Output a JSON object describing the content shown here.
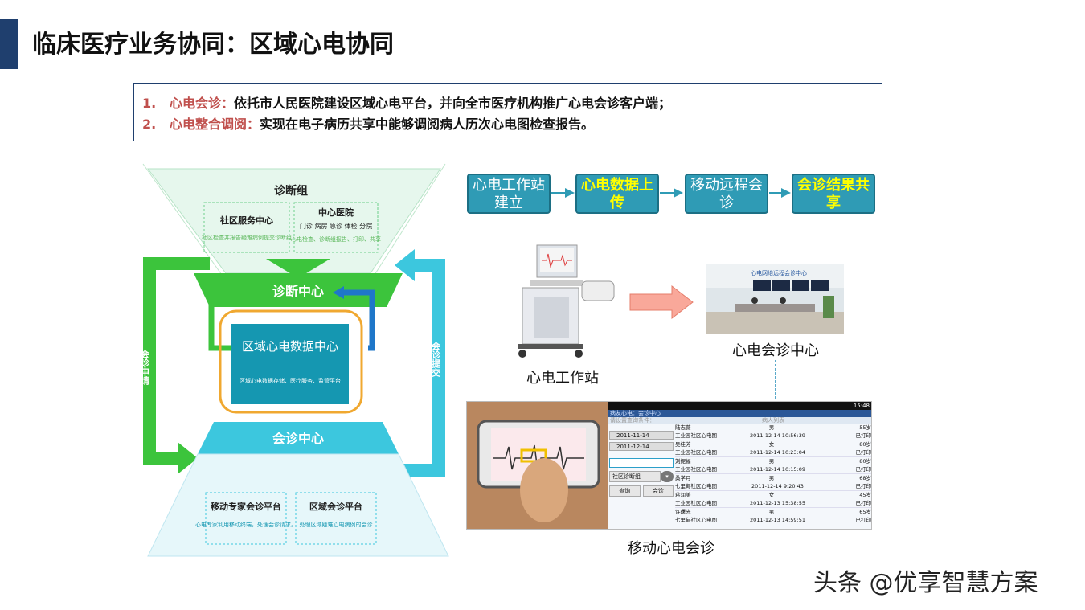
{
  "title": "临床医疗业务协同：区域心电协同",
  "info": {
    "items": [
      {
        "num": "1.",
        "key": "心电会诊：",
        "text": "依托市人民医院建设区域心电平台，并向全市医疗机构推广心电会诊客户端；"
      },
      {
        "num": "2.",
        "key": "心电整合调阅：",
        "text": "实现在电子病历共享中能够调阅病人历次心电图检查报告。"
      }
    ]
  },
  "diagram": {
    "top_group": "诊断组",
    "community": {
      "title": "社区服务中心",
      "desc": "社区检查并报告疑难病例提交诊断组"
    },
    "central": {
      "title": "中心医院",
      "sub": "门诊 病房 急诊 体检 分院",
      "desc": "心电检查、诊断组报告、打印、共享"
    },
    "diag_center": "诊断中心",
    "data_center": {
      "title": "区域心电数据中心",
      "desc": "区域心电数据存储、医疗服务、监管平台"
    },
    "consult_center": "会诊中心",
    "left_arrow": "会诊申请",
    "right_arrow": "会诊提交",
    "mobile": {
      "title": "移动专家会诊平台",
      "desc": "心电专家利用移动终端，处理会诊请求。"
    },
    "regional": {
      "title": "区域会诊平台",
      "desc": "处理区域疑难心电病例的会诊"
    }
  },
  "flow": [
    "心电工作站建立",
    "心电数据上传",
    "移动远程会诊",
    "会诊结果共享"
  ],
  "captions": {
    "workstation": "心电工作站",
    "center": "心电会诊中心",
    "mobile": "移动心电会诊"
  },
  "center_sign": "心电网络远程会诊中心",
  "phone_app": {
    "status_time": "15:48",
    "header": "病友心电：会诊中心",
    "query_label": "请设置查询条件：",
    "list_label": "病人列表",
    "date_from": "2011-11-14",
    "date_to": "2011-12-14",
    "group": "社区诊断组",
    "btn_query": "查询",
    "btn_consult": "会诊",
    "rows": [
      {
        "name": "陆志薇",
        "gender": "男",
        "age": "55岁",
        "org": "工业园社区心电图",
        "time": "2011-12-14 10:56:39",
        "status": "已打印"
      },
      {
        "name": "吴桂芳",
        "gender": "女",
        "age": "80岁",
        "org": "工业园社区心电图",
        "time": "2011-12-14 10:23:04",
        "status": "已打印"
      },
      {
        "name": "刘妮福",
        "gender": "男",
        "age": "80岁",
        "org": "工业园社区心电图",
        "time": "2011-12-14 10:15:09",
        "status": "已打印"
      },
      {
        "name": "桑学月",
        "gender": "男",
        "age": "68岁",
        "org": "七里甸社区心电图",
        "time": "2011-12-14 9:20:43",
        "status": "已打印"
      },
      {
        "name": "蒋润美",
        "gender": "女",
        "age": "45岁",
        "org": "工业园社区心电图",
        "time": "2011-12-13 15:38:55",
        "status": "已打印"
      },
      {
        "name": "许曙光",
        "gender": "男",
        "age": "65岁",
        "org": "七里甸社区心电图",
        "time": "2011-12-13 14:59:51",
        "status": "已打印"
      }
    ]
  },
  "watermark": "头条 @优享智慧方案",
  "colors": {
    "navy": "#1f3f6e",
    "red": "#c0504d",
    "green": "#3cc43c",
    "teal": "#3cc7de",
    "flow": "#2f9bb5",
    "highlight": "#ffff00"
  }
}
